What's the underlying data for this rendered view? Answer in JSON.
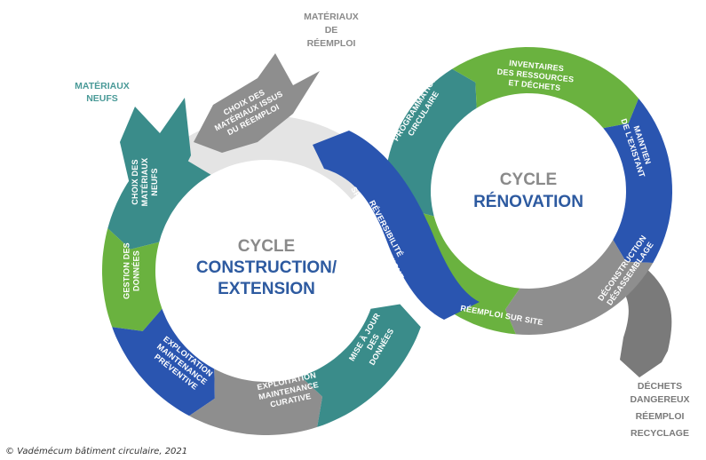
{
  "colors": {
    "teal": "#3a8c8a",
    "green": "#6ab23f",
    "blue": "#2a55b0",
    "gray": "#8e8e8e",
    "darkgray": "#7a7a7a",
    "lightgray": "#e4e4e4",
    "external_teal": "#4a9a98",
    "external_gray": "#8a8a8a",
    "center_gray": "#8a8a8a",
    "center_blue": "#2d5aa0"
  },
  "construction_cycle": {
    "title_top": "CYCLE",
    "title_line1": "CONSTRUCTION/",
    "title_line2": "EXTENSION",
    "segments": [
      {
        "id": "choix-materiaux-neufs",
        "lines": [
          "CHOIX DES",
          "MATÉRIAUX",
          "NEUFS"
        ],
        "color": "teal"
      },
      {
        "id": "gestion-donnees",
        "lines": [
          "GESTION DES",
          "DONNÉES"
        ],
        "color": "green"
      },
      {
        "id": "exploitation-preventive",
        "lines": [
          "EXPLOITATION",
          "MAINTENANCE",
          "PRÉVENTIVE"
        ],
        "color": "blue"
      },
      {
        "id": "exploitation-curative",
        "lines": [
          "EXPLOITATION",
          "MAINTENANCE",
          "CURATIVE"
        ],
        "color": "gray"
      },
      {
        "id": "mise-a-jour-donnees",
        "lines": [
          "MISE À JOUR",
          "DES",
          "DONNÉES"
        ],
        "color": "teal"
      },
      {
        "id": "reversibilite",
        "lines": [
          "RÉVERSIBILITÉ",
          "SPATIALE ET TECHNIQUE"
        ],
        "color": "blue"
      },
      {
        "id": "choix-materiaux-reemploi",
        "lines": [
          "CHOIX DES",
          "MATÉRIAUX ISSUS",
          "DU RÉEMPLOI"
        ],
        "color": "gray"
      }
    ]
  },
  "renovation_cycle": {
    "title_top": "CYCLE",
    "title_main": "RÉNOVATION",
    "segments": [
      {
        "id": "programmation-circulaire",
        "lines": [
          "PROGRAMMATION",
          "CIRCULAIRE"
        ],
        "color": "teal"
      },
      {
        "id": "inventaires",
        "lines": [
          "INVENTAIRES",
          "DES RESSOURCES",
          "ET DÉCHETS"
        ],
        "color": "green"
      },
      {
        "id": "maintien-existant",
        "lines": [
          "MAINTIEN",
          "DE L'EXISTANT"
        ],
        "color": "blue"
      },
      {
        "id": "deconstruction",
        "lines": [
          "DÉCONSTRUCTION",
          "DÉSASSEMBLAGE"
        ],
        "color": "gray"
      },
      {
        "id": "reemploi-sur-site",
        "lines": [
          "RÉEMPLOI SUR SITE"
        ],
        "color": "green"
      }
    ]
  },
  "external_labels": {
    "materiaux_neufs": [
      "MATÉRIAUX",
      "NEUFS"
    ],
    "materiaux_reemploi": [
      "MATÉRIAUX",
      "DE",
      "RÉEMPLOI"
    ],
    "sorties": [
      "DÉCHETS",
      "DANGEREUX",
      "RÉEMPLOI",
      "RECYCLAGE"
    ]
  },
  "credit": "© Vadémécum bâtiment circulaire, 2021"
}
